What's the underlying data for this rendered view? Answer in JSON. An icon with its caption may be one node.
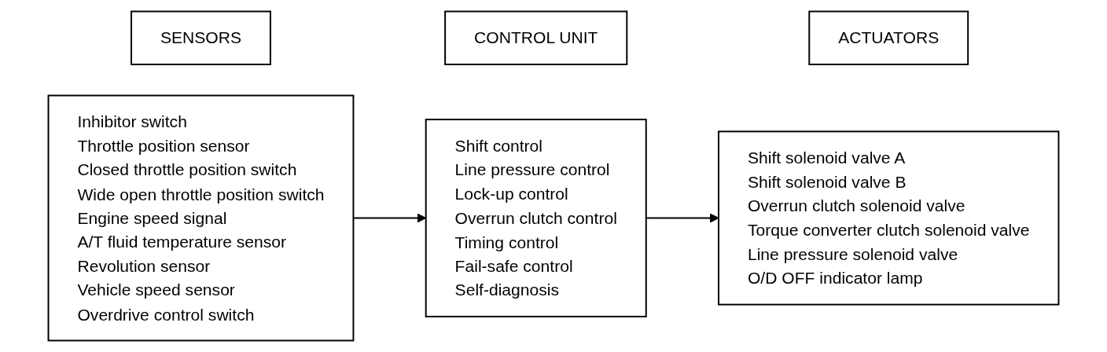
{
  "diagram": {
    "nodes": [
      {
        "text": [
          "SENSORS"
        ]
      },
      {
        "text": [
          "Inhibitor switch",
          "Throttle position sensor",
          "Closed throttle position switch",
          "Wide open throttle position switch",
          "Engine speed signal",
          "A/T fluid temperature sensor",
          "Revolution sensor",
          "Vehicle speed sensor",
          "Overdrive control switch"
        ]
      },
      {
        "text": [
          "CONTROL UNIT"
        ]
      },
      {
        "text": [
          "Shift control",
          "Line pressure control",
          "Lock-up control",
          "Overrun clutch control",
          "Timing control",
          "Fail-safe control",
          "Self-diagnosis"
        ]
      },
      {
        "text": [
          "ACTUATORS"
        ]
      },
      {
        "text": [
          "Shift solenoid valve A",
          "Shift solenoid valve B",
          "Overrun clutch solenoid valve",
          "Torque converter clutch solenoid valve",
          "Line pressure solenoid valve",
          "O/D OFF indicator lamp"
        ]
      }
    ],
    "edges": [
      {
        "from": 1,
        "to": 3,
        "arrow": "to"
      },
      {
        "from": 3,
        "to": 5,
        "arrow": "to"
      }
    ]
  }
}
